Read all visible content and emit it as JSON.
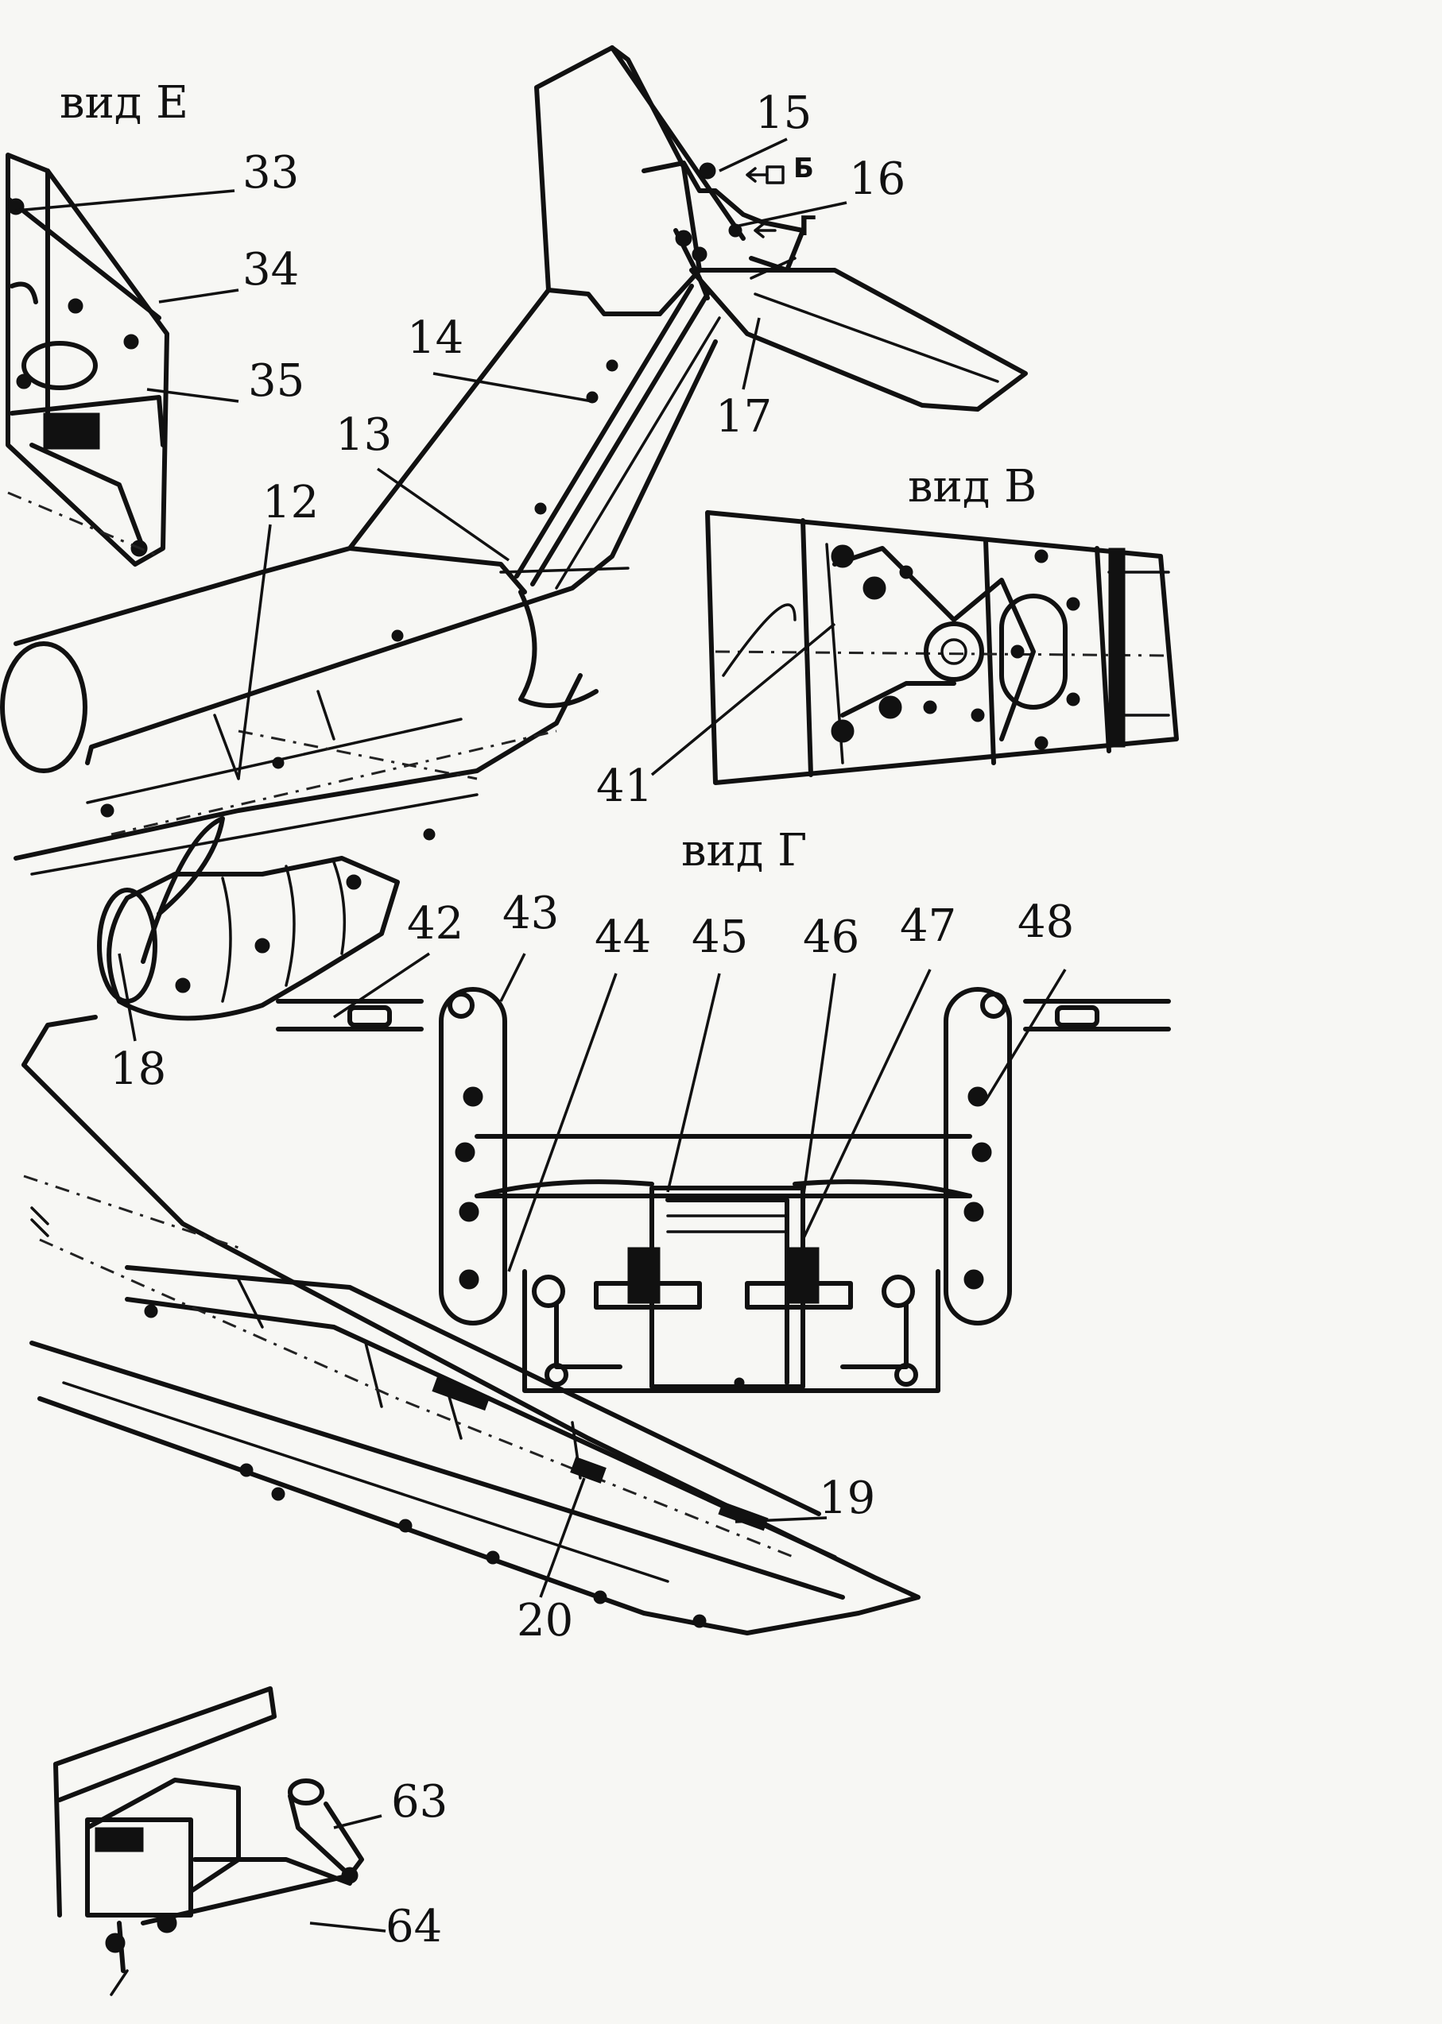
{
  "views": {
    "view_e": "вид Е",
    "view_v": "вид В",
    "view_g": "вид Г"
  },
  "callouts": {
    "c12": "12",
    "c13": "13",
    "c14": "14",
    "c15": "15",
    "c16": "16",
    "c17": "17",
    "c18": "18",
    "c19": "19",
    "c20": "20",
    "c33": "33",
    "c34": "34",
    "c35": "35",
    "c41": "41",
    "c42": "42",
    "c43": "43",
    "c44": "44",
    "c45": "45",
    "c46": "46",
    "c47": "47",
    "c48": "48",
    "c63": "63",
    "c64": "64"
  },
  "arrow_marks": {
    "b": "Б",
    "g": "Г"
  }
}
